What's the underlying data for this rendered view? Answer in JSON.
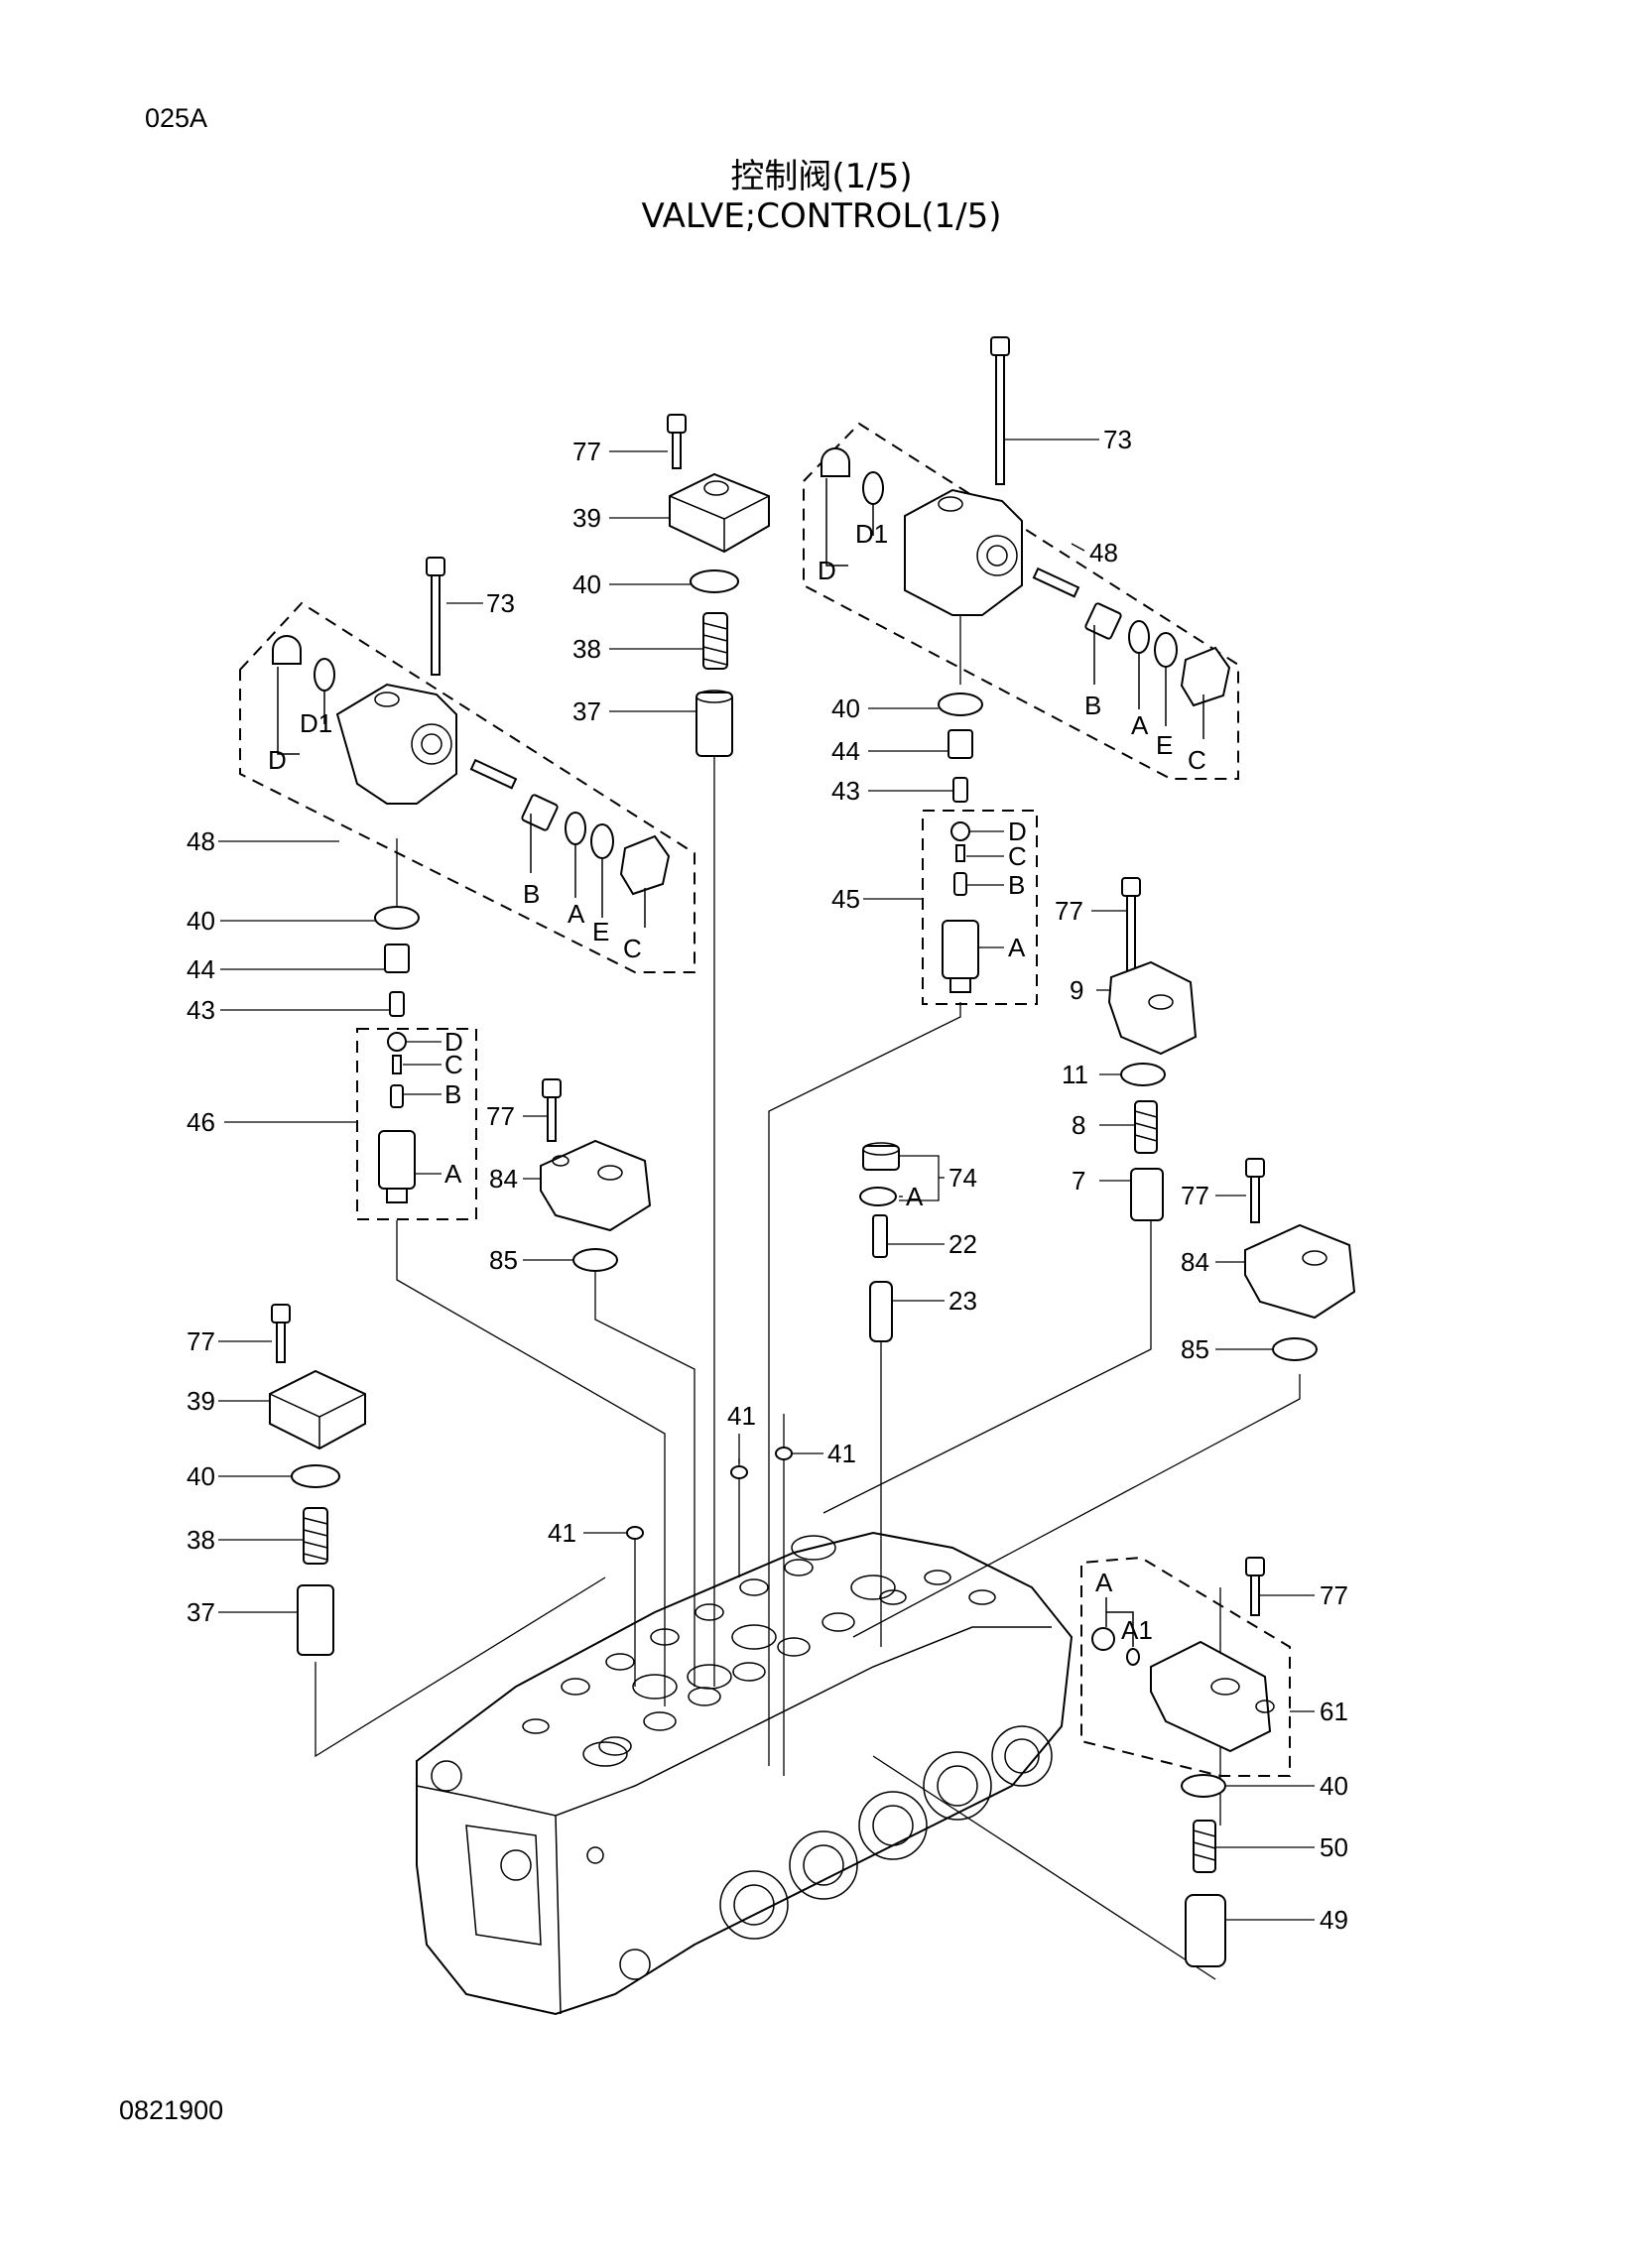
{
  "page_code": "025A",
  "title_cn": "控制阀(1/5)",
  "title_en": "VALVE;CONTROL(1/5)",
  "figure_number": "0821900",
  "callouts": {
    "c77a": "77",
    "c39a": "39",
    "c40a": "40",
    "c38a": "38",
    "c37a": "37",
    "c73l": "73",
    "c48l": "48",
    "c40l": "40",
    "c44l": "44",
    "c43l": "43",
    "c46": "46",
    "c73r": "73",
    "c48r": "48",
    "c40r": "40",
    "c44r": "44",
    "c43r": "43",
    "c45": "45",
    "c77b": "77",
    "c84a": "84",
    "c85a": "85",
    "c74": "74",
    "c22": "22",
    "c23": "23",
    "c77c": "77",
    "c9": "9",
    "c11": "11",
    "c8": "8",
    "c7": "7",
    "c77d": "77",
    "c84b": "84",
    "c85b": "85",
    "c77e": "77",
    "c39b": "39",
    "c40b": "40",
    "c38b": "38",
    "c37b": "37",
    "c41a": "41",
    "c41b": "41",
    "c41c": "41",
    "c77f": "77",
    "c61": "61",
    "c40c": "40",
    "c50": "50",
    "c49": "49"
  },
  "sub_labels": {
    "D": "D",
    "D1": "D1",
    "A": "A",
    "A1": "A1",
    "B": "B",
    "C": "C",
    "E": "E"
  }
}
